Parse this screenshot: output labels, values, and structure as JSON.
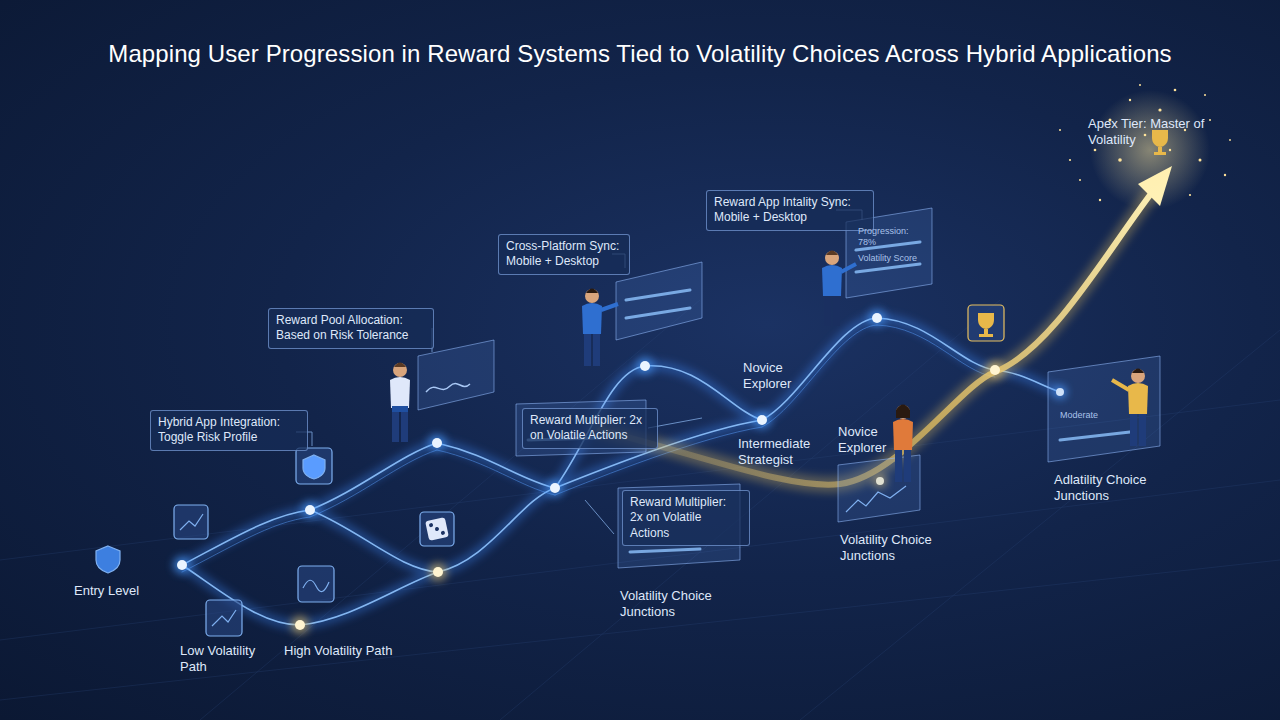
{
  "diagram": {
    "title": "Mapping User Progression in Reward Systems Tied to Volatility Choices Across Hybrid Applications",
    "nodes": [
      {
        "text": [
          "Reward App Intality Sync: Mobile + Desktop"
        ]
      },
      {
        "text": [
          "Cross-Platform Sync: Mobile + Desktop"
        ]
      },
      {
        "text": [
          "Reward Pool Allocation: Based on Risk Tolerance"
        ]
      },
      {
        "text": [
          "Hybrid App Integration: Toggle Risk Profile"
        ]
      },
      {
        "text": [
          "Reward Multiplier: 2x on Volatile Actions"
        ]
      },
      {
        "text": [
          "Reward Multiplier: 2x on Volatile Actions"
        ]
      }
    ],
    "labels": [
      "Apex Tier: Master of Volatility",
      "Novice Explorer",
      "Intermediate Strategist",
      "Novice Explorer",
      "Volatility Choice Junctions",
      "Volatility Choice Junctions",
      "Adlatility Choice Junctions",
      "Entry Level",
      "Low Volatility Path",
      "High Volatility Path",
      "Progression: 78%",
      "Volatility Score",
      "Moderate"
    ]
  }
}
